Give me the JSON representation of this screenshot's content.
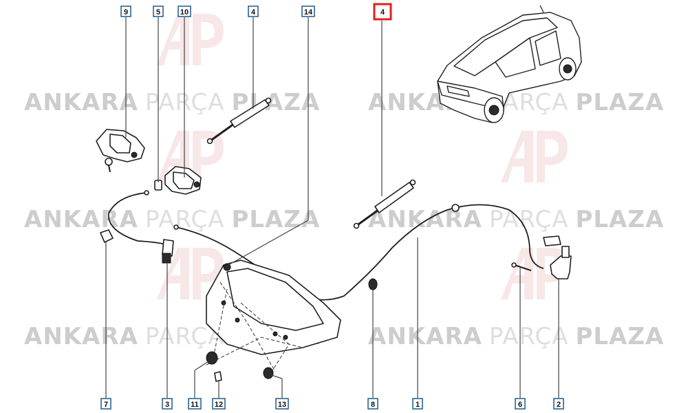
{
  "watermark": {
    "brand_word_1": "ANKARA",
    "brand_word_2": "PARÇA",
    "brand_word_3": "PLAZA",
    "logo_mark": "AP"
  },
  "callouts": [
    {
      "id": "c9",
      "label": "9",
      "highlight": false
    },
    {
      "id": "c5",
      "label": "5",
      "highlight": false
    },
    {
      "id": "c10",
      "label": "10",
      "highlight": false
    },
    {
      "id": "c4a",
      "label": "4",
      "highlight": false
    },
    {
      "id": "c14",
      "label": "14",
      "highlight": false
    },
    {
      "id": "c4b",
      "label": "4",
      "highlight": true
    },
    {
      "id": "c7",
      "label": "7",
      "highlight": false
    },
    {
      "id": "c3",
      "label": "3",
      "highlight": false
    },
    {
      "id": "c11",
      "label": "11",
      "highlight": false
    },
    {
      "id": "c12",
      "label": "12",
      "highlight": false
    },
    {
      "id": "c13",
      "label": "13",
      "highlight": false
    },
    {
      "id": "c8",
      "label": "8",
      "highlight": false
    },
    {
      "id": "c1",
      "label": "1",
      "highlight": false
    },
    {
      "id": "c6",
      "label": "6",
      "highlight": false
    },
    {
      "id": "c2",
      "label": "2",
      "highlight": false
    }
  ],
  "colors": {
    "highlight": "#e02020",
    "callout_border": "#1a5a8a",
    "watermark_logo": "#f2d4d4"
  }
}
